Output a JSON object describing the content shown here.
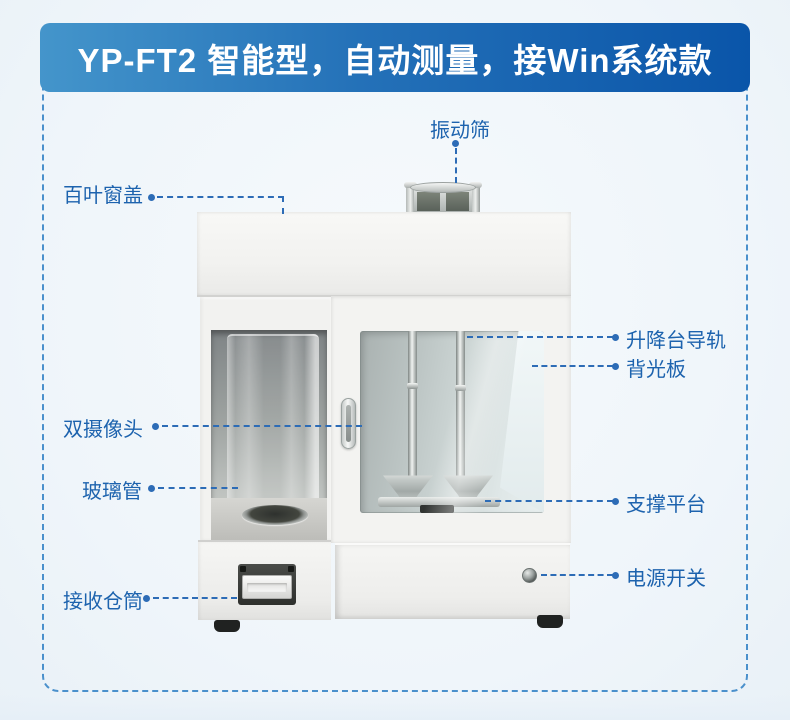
{
  "banner": {
    "title": "YP-FT2 智能型，自动测量，接Win系统款"
  },
  "callouts": [
    {
      "id": "vibrating-sieve",
      "label": "振动筛",
      "side": "top"
    },
    {
      "id": "louver-cover",
      "label": "百叶窗盖",
      "side": "left"
    },
    {
      "id": "dual-camera",
      "label": "双摄像头",
      "side": "left"
    },
    {
      "id": "glass-tube",
      "label": "玻璃管",
      "side": "left"
    },
    {
      "id": "receiving-cylinder",
      "label": "接收仓筒",
      "side": "left"
    },
    {
      "id": "lift-guide-rail",
      "label": "升降台导轨",
      "side": "right"
    },
    {
      "id": "backlight-panel",
      "label": "背光板",
      "side": "right"
    },
    {
      "id": "support-platform",
      "label": "支撑平台",
      "side": "right"
    },
    {
      "id": "power-switch",
      "label": "电源开关",
      "side": "right"
    }
  ],
  "colors": {
    "background": "#eff5fa",
    "banner_gradient_start": "#4495cb",
    "banner_gradient_end": "#0a55a9",
    "banner_text": "#ffffff",
    "label_text": "#1d63ae",
    "callout_line": "#2d6cb6",
    "frame_border": "#4a90cc"
  }
}
